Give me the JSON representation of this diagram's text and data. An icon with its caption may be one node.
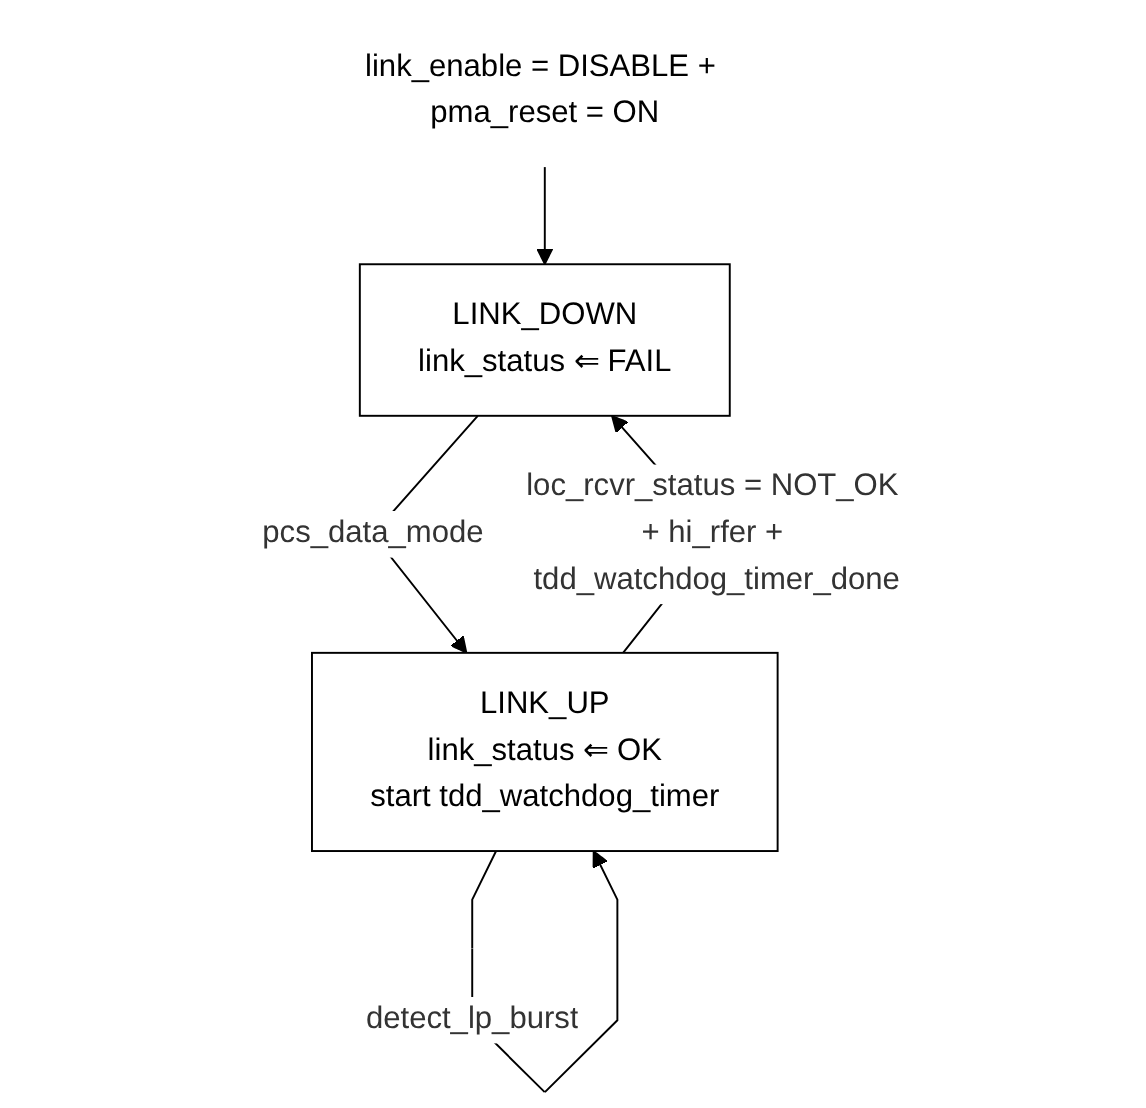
{
  "diagram": {
    "nodes": [
      {
        "text": [
          "link_enable = DISABLE + pma_reset = ON"
        ]
      },
      {
        "text": [
          "LINK_DOWN",
          "link_status ⇐ FAIL"
        ]
      },
      {
        "text": [
          "LINK_UP",
          "link_status ⇐ OK",
          "start tdd_watchdog_timer"
        ]
      }
    ],
    "edges": [
      {
        "from": 0,
        "to": 1,
        "arrow": "to"
      },
      {
        "from": 1,
        "to": 2,
        "arrow": "to",
        "label": "pcs_data_mode"
      },
      {
        "from": 2,
        "to": 1,
        "arrow": "to",
        "label": "loc_rcvr_status = NOT_OK + hi_rfer + tdd_watchdog_timer_done"
      },
      {
        "from": 2,
        "to": 2,
        "arrow": "to",
        "label": "detect_lp_burst"
      }
    ]
  }
}
